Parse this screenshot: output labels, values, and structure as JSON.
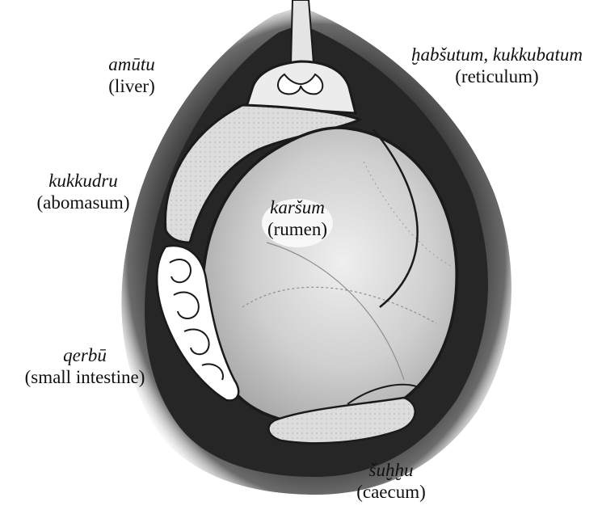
{
  "labels": {
    "liver": {
      "term": "amūtu",
      "gloss": "(liver)"
    },
    "reticulum": {
      "term": "ḫabšutum, kukkubatum",
      "gloss": "(reticulum)"
    },
    "abomasum": {
      "term": "kukkudru",
      "gloss": "(abomasum)"
    },
    "rumen": {
      "term": "karšum",
      "gloss": "(rumen)"
    },
    "intestine": {
      "term": "qerbū",
      "gloss": "(small intestine)"
    },
    "caecum": {
      "term": "šuḫḫu",
      "gloss": "(caecum)"
    }
  },
  "colors": {
    "halo": "#2b2b2b",
    "outline": "#1a1a1a",
    "rumen_fill": "#c9c9c9",
    "reticulum_fill": "#e6e6e6",
    "abomasum_fill": "#dadada",
    "intestine_fill": "#ffffff",
    "caecum_fill": "#e9e9e9"
  }
}
